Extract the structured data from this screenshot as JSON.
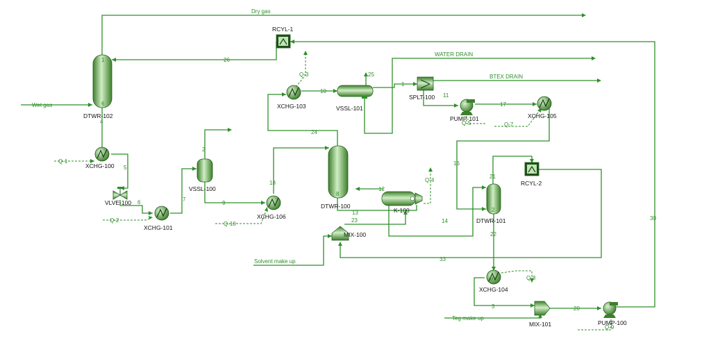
{
  "units": {
    "dtwr102": "DTWR-102",
    "xchg100": "XCHG-100",
    "vlve100": "VLVE-100",
    "xchg101": "XCHG-101",
    "vssl100": "VSSL-100",
    "xchg106": "XCHG-106",
    "dtwr100": "DTWR-100",
    "k100": "K-100",
    "mix100": "MIX-100",
    "xchg103": "XCHG-103",
    "vssl101": "VSSL-101",
    "splt100": "SPLT-100",
    "pump101": "PUMP-101",
    "xchg105": "XCHG-105",
    "dtwr101": "DTWR-101",
    "rcyl1": "RCYL-1",
    "rcyl2": "RCYL-2",
    "xchg104": "XCHG-104",
    "mix101": "MIX-101",
    "pump100": "PUMP-100"
  },
  "streams": {
    "dry_gas": "Dry gas",
    "wet_gas": "Wet gas",
    "water_drain": "WATER DRAIN",
    "btex_drain": "BTEX DRAIN",
    "solvent_makeup": "Solvent make up",
    "teg_makeup": "Teg make up",
    "s1": "1",
    "s2": "2",
    "s3": "3",
    "s4": "4",
    "s5": "5",
    "s6": "6",
    "s7": "7",
    "s8": "8",
    "s9": "9",
    "s10": "10",
    "s11": "11",
    "s12": "12",
    "s13": "13",
    "s14": "14",
    "s16": "16",
    "s17": "17",
    "s18": "18",
    "s20": "20",
    "s21": "21",
    "s22": "22",
    "s23": "23",
    "s24": "24",
    "s25": "25",
    "s26": "26",
    "s30": "30",
    "s33": "33"
  },
  "energy": {
    "q1": "Q-1",
    "q2": "Q-2",
    "q3": "Q-3",
    "q4": "Q-4",
    "q5": "Q-5",
    "q7": "Q-7",
    "q8": "Q-8",
    "q9": "Q-9",
    "q10": "Q-10"
  }
}
